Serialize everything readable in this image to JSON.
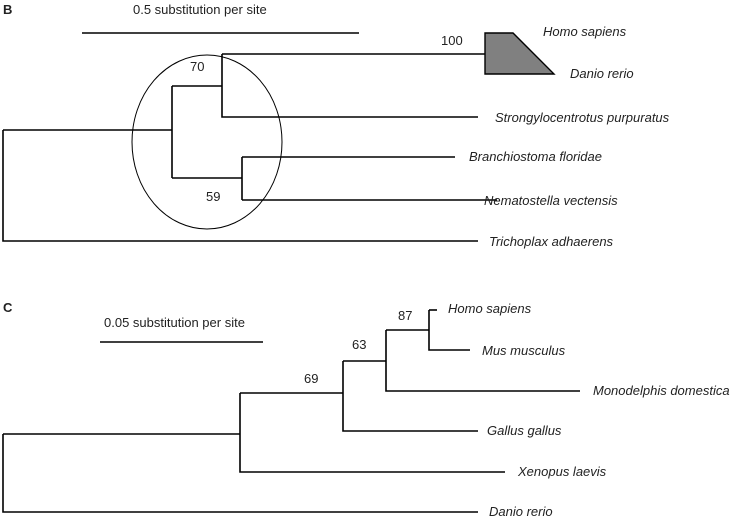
{
  "panels": [
    {
      "id": "B",
      "label": "B",
      "scale_bar_label": "0.5 substitution per site",
      "bootstrap": [
        "100",
        "70",
        "59"
      ],
      "taxa": [
        "Homo sapiens",
        "Danio rerio",
        "Strongylocentrotus purpuratus",
        "Branchiostoma floridae",
        "Nematostella vectensis",
        "Trichoplax adhaerens"
      ],
      "collapsed_clade_color": "#808080"
    },
    {
      "id": "C",
      "label": "C",
      "scale_bar_label": "0.05 substitution per site",
      "bootstrap": [
        "87",
        "63",
        "69"
      ],
      "taxa": [
        "Homo sapiens",
        "Mus musculus",
        "Monodelphis domestica",
        "Gallus gallus",
        "Xenopus laevis",
        "Danio rerio"
      ]
    }
  ]
}
